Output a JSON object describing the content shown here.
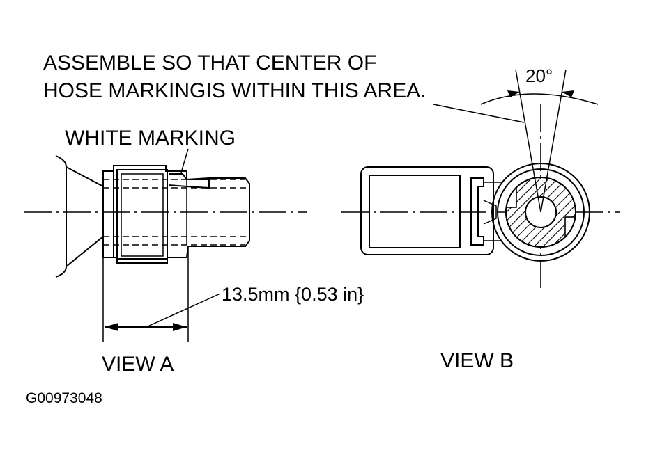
{
  "note": {
    "line1": "ASSEMBLE SO THAT CENTER OF",
    "line2": "HOSE MARKINGIS WITHIN THIS AREA."
  },
  "white_marking_label": "WHITE MARKING",
  "dimension_label": "13.5mm {0.53 in}",
  "angle_label": "20°",
  "view_a_label": "VIEW A",
  "view_b_label": "VIEW B",
  "figure_code": "G00973048"
}
